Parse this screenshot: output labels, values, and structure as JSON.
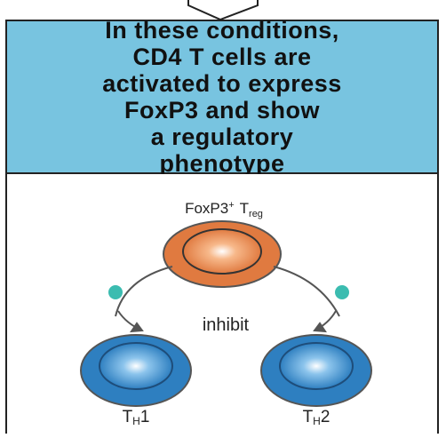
{
  "header": {
    "text": "In these conditions,\nCD4 T cells are\nactivated to express\nFoxP3 and show\na regulatory\nphenotype"
  },
  "diagram": {
    "treg_label_main": "FoxP3",
    "treg_label_sup": "+",
    "treg_label_T": "T",
    "treg_label_sub": "reg",
    "inhibit_label": "inhibit",
    "th1_label_T": "T",
    "th1_label_sub": "H",
    "th1_label_num": "1",
    "th2_label_T": "T",
    "th2_label_sub": "H",
    "th2_label_num": "2"
  },
  "colors": {
    "header_bg": "#78c4e0",
    "treg_cell": "#e07a40",
    "th_cell": "#2e7fc0",
    "inhibitor_dot": "#3bbcb0"
  }
}
